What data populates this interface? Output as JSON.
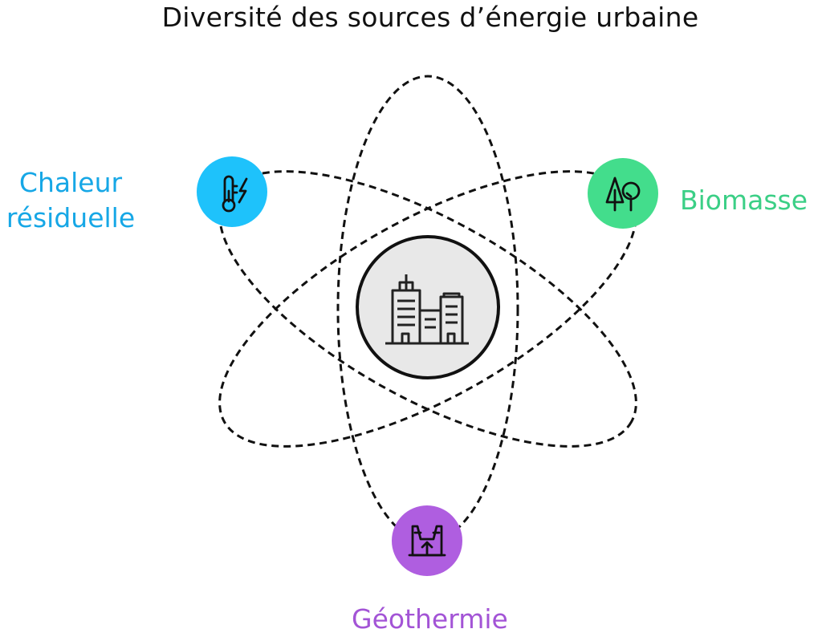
{
  "title": "Diversité des sources d’énergie urbaine",
  "center": {
    "icon": "buildings-icon"
  },
  "nodes": {
    "heat": {
      "label": "Chaleur résiduelle",
      "icon": "thermometer-lightning-icon",
      "color": "#1ec2fb"
    },
    "biomass": {
      "label": "Biomasse",
      "icon": "trees-icon",
      "color": "#43dd8c"
    },
    "geothermal": {
      "label": "Géothermie",
      "icon": "geothermal-plant-icon",
      "color": "#af5ee0"
    }
  }
}
